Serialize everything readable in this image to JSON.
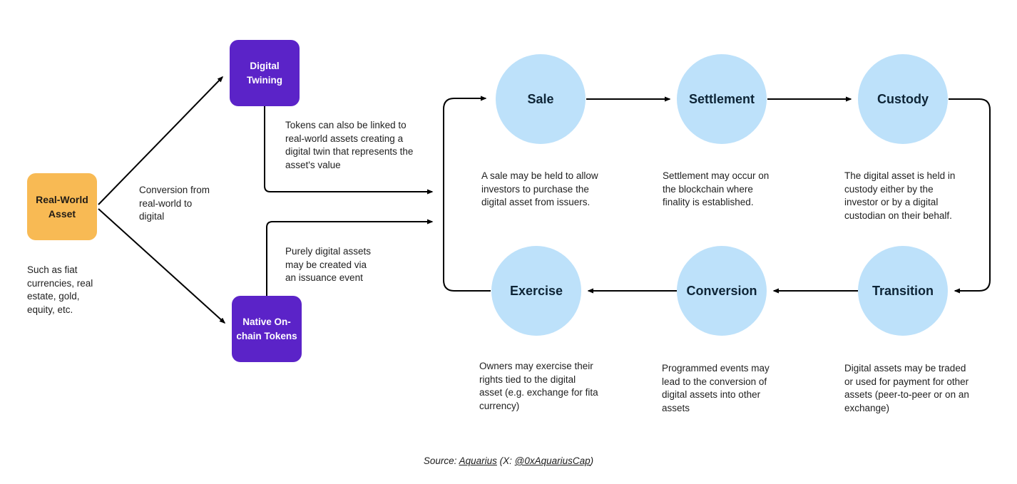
{
  "diagram": {
    "root": {
      "label": "Real-World Asset",
      "caption": "Such as fiat currencies, real estate, gold, equity, etc."
    },
    "conversion_label": "Conversion from real-world to digital",
    "branches": [
      {
        "label": "Digital Twining",
        "description": "Tokens can also be linked to real-world assets creating a digital twin that represents the asset's value"
      },
      {
        "label": "Native On-chain Tokens",
        "description": "Purely digital assets may be created via an issuance event"
      }
    ],
    "lifecycle": [
      {
        "label": "Sale",
        "description": "A sale may be held to allow investors to purchase the digital asset from issuers."
      },
      {
        "label": "Settlement",
        "description": "Settlement may occur on the blockchain where finality is established."
      },
      {
        "label": "Custody",
        "description": "The digital asset is held in custody either by the investor or by a digital custodian on their behalf."
      },
      {
        "label": "Exercise",
        "description": "Owners may exercise their rights tied to the digital asset (e.g. exchange for fita currency)"
      },
      {
        "label": "Conversion",
        "description": "Programmed events may lead to the conversion of digital assets into other assets"
      },
      {
        "label": "Transition",
        "description": "Digital assets may be traded or used for payment for other assets (peer-to-peer or on an exchange)"
      }
    ],
    "source": {
      "prefix": "Source: ",
      "link1": "Aquarius",
      "middle": " (X: ",
      "link2": "@0xAquariusCap",
      "suffix": ")"
    },
    "colors": {
      "asset_box": "#F8BA54",
      "token_box": "#5B23C8",
      "stage_circle": "#BDE1FA",
      "stage_text": "#0D2436",
      "line": "#000000"
    }
  }
}
